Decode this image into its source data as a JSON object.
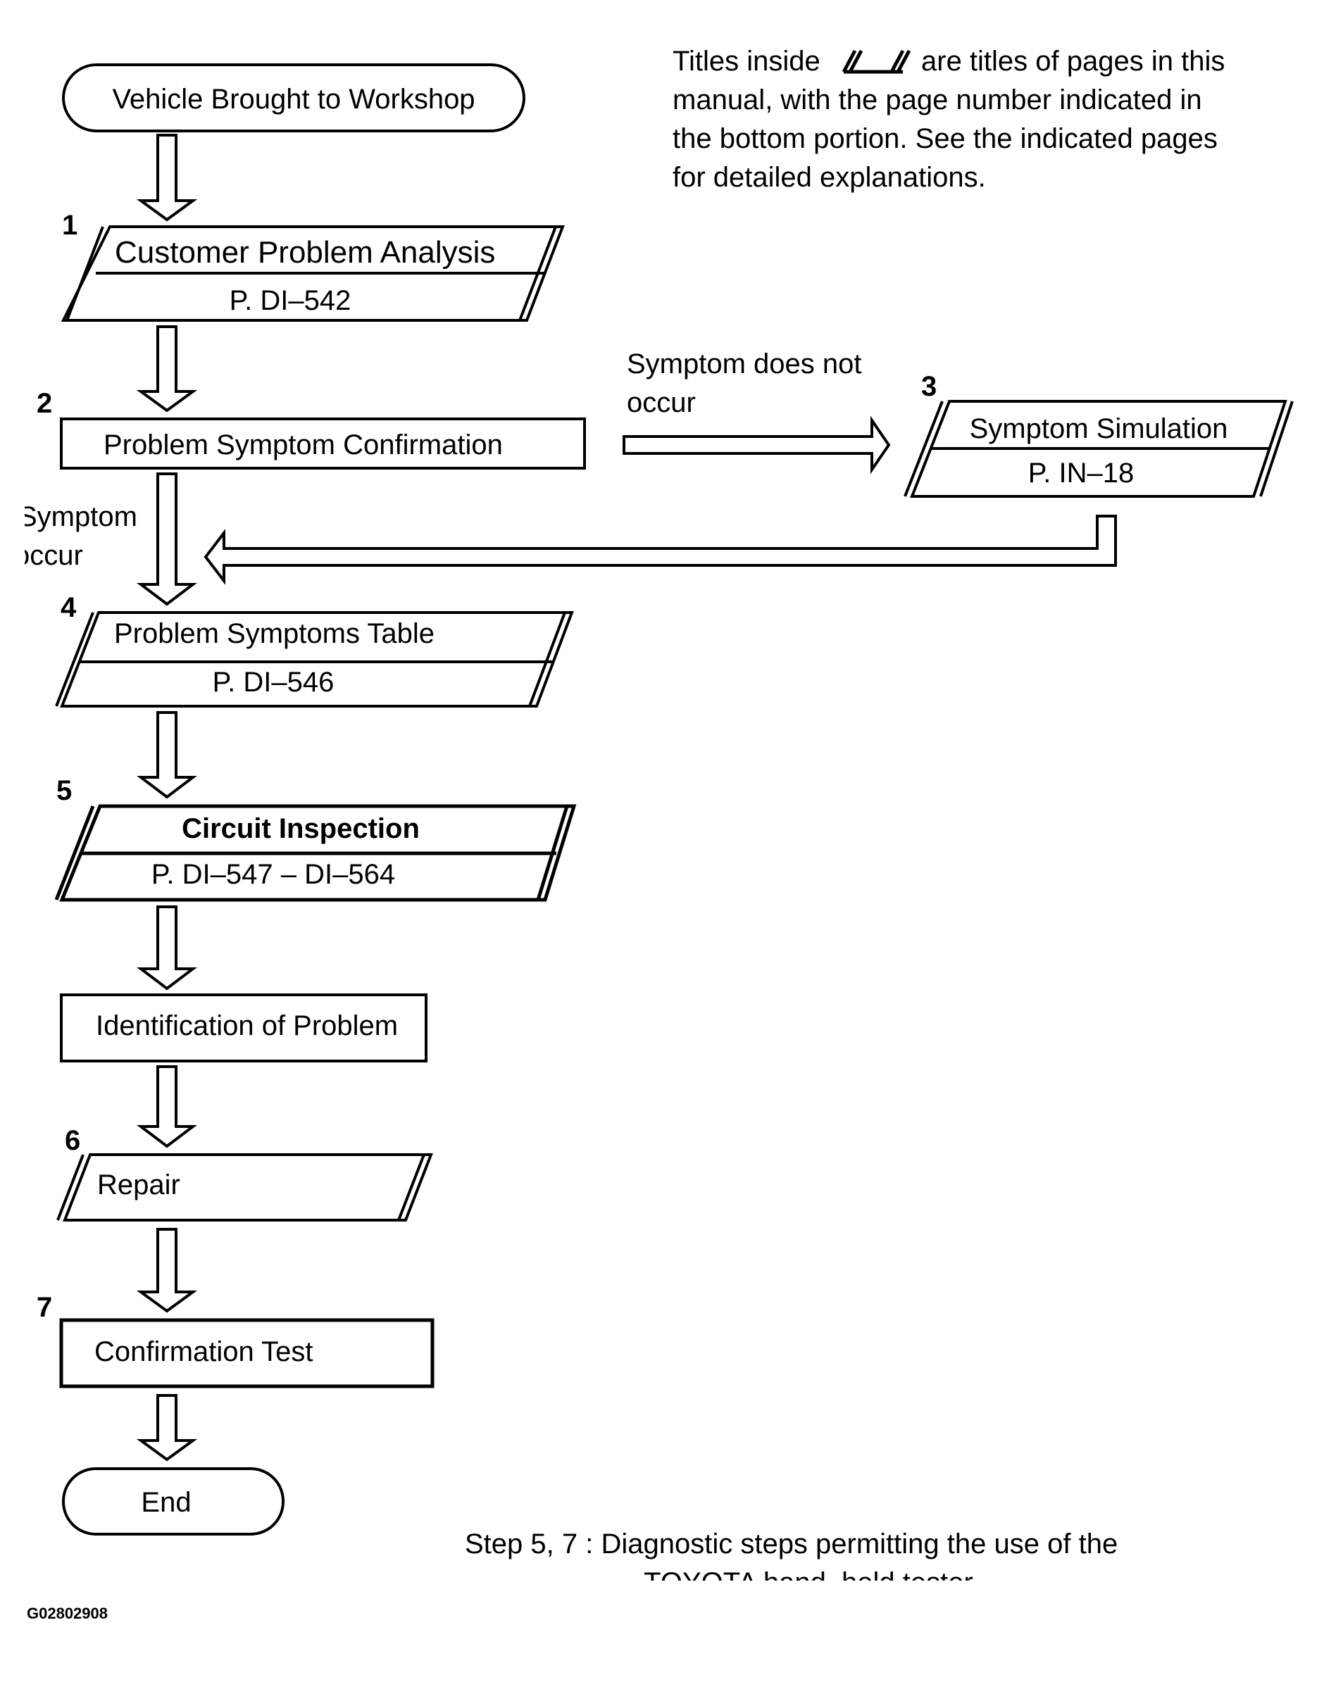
{
  "legend_note": {
    "before_symbol": "Titles inside",
    "after_symbol": "are titles of pages in this",
    "line2": "manual, with the page number indicated in",
    "line3": "the bottom portion. See the indicated pages",
    "line4": "for detailed explanations."
  },
  "steps": {
    "start": {
      "label": "Vehicle Brought to Workshop"
    },
    "s1": {
      "number": "1",
      "title": "Customer Problem Analysis",
      "page": "P. DI–542"
    },
    "s2": {
      "number": "2",
      "title": "Problem Symptom Confirmation"
    },
    "s3": {
      "number": "3",
      "title": "Symptom Simulation",
      "page": "P. IN–18"
    },
    "s4": {
      "number": "4",
      "title": "Problem Symptoms Table",
      "page": "P. DI–546"
    },
    "s5": {
      "number": "5",
      "title": "Circuit Inspection",
      "page": "P. DI–547 – DI–564"
    },
    "ident": {
      "title": "Identification of Problem"
    },
    "s6": {
      "number": "6",
      "title": "Repair"
    },
    "s7": {
      "number": "7",
      "title": "Confirmation Test"
    },
    "end": {
      "label": "End"
    }
  },
  "branch_labels": {
    "not_occur_line1": "Symptom does not",
    "not_occur_line2": "occur",
    "occur_line1": "Symptom",
    "occur_line2": "occur"
  },
  "footnote": {
    "line1": "Step 5, 7 : Diagnostic steps permitting the use of the",
    "line2": "TOYOTA hand–held tester"
  },
  "figure_id": "G02802908"
}
